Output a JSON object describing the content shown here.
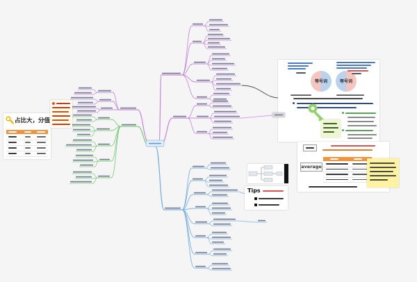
{
  "colors": {
    "background": "#f5f5f5",
    "branch_purple": "#c98ae0",
    "branch_green": "#7ccf7c",
    "branch_blue": "#7bb1e3",
    "root": "#5b9bd5",
    "table_header": "#f0953f",
    "sticky_cream": "#fffbea",
    "sticky_yellow": "#fff3a3",
    "sticky_green": "#eef7d2",
    "venn_pink": "#f3c6c1",
    "venn_blue": "#b9d3ef",
    "connector": "#4a4a4a",
    "accent_red": "#d9534f",
    "accent_blue": "#4a78c2"
  },
  "icons": {
    "left_card": "key-icon",
    "green_note": "key-icon",
    "sticky_bullet": "red-dot-icon",
    "tips_bullets": "square-icon"
  },
  "left_card": {
    "title": "占比大，分值"
  },
  "venn": {
    "left_label": "等号词",
    "right_label": "等号词"
  },
  "tips": {
    "title": "Tips"
  },
  "average_panel": {
    "label": "average"
  }
}
